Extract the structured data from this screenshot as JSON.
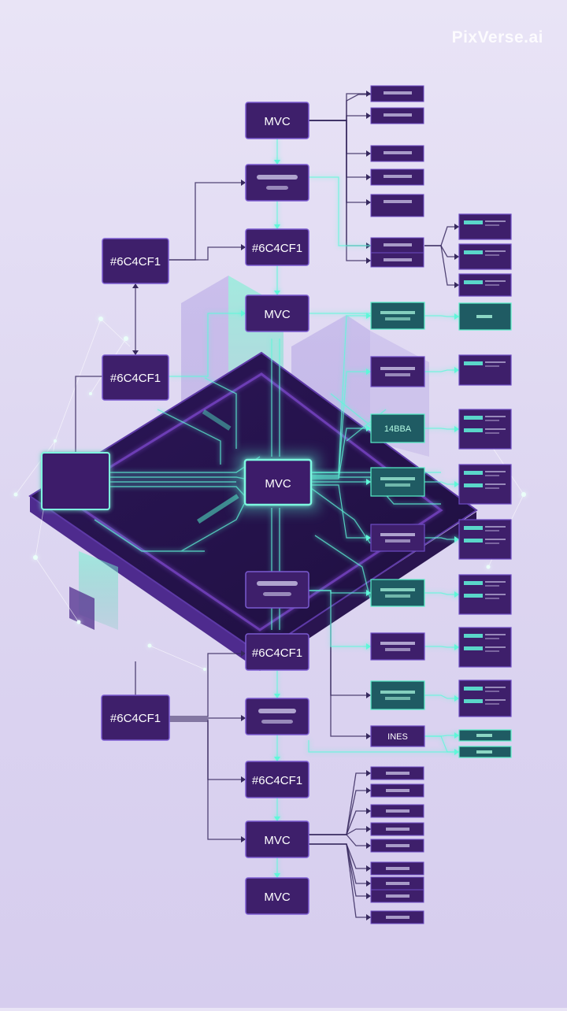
{
  "watermark": "PixVerse.ai",
  "colors": {
    "node_fill": "#3e1f6b",
    "node_stroke": "#6d4cc4",
    "teal_fill": "#1f5b63",
    "teal_stroke": "#59f0c9",
    "wire": "#37295e",
    "glow": "#5ff7d9",
    "board_dark": "#2b1550",
    "board_purple": "#6a34b6"
  },
  "main_column": {
    "mvc_top": "MVC",
    "node_2": "",
    "node_3": "#6C4CF1",
    "node_4": "MVC",
    "center": "MVC",
    "node_6": "",
    "node_7": "#6C4CF1",
    "node_8": "",
    "node_9": "#6C4CF1",
    "mvc_low": "MVC",
    "mvc_bottom": "MVC"
  },
  "left_column": {
    "top": "#6C4CF1",
    "middle": "#6C4CF1",
    "bottom": "#6C4CF1"
  },
  "right_column": {
    "teal_1": "",
    "teal_2": "",
    "teal_3": "14BBA",
    "teal_4": "",
    "teal_5": "",
    "teal_6": "",
    "teal_7": "",
    "teal_8": "",
    "teal_9": "INES"
  }
}
